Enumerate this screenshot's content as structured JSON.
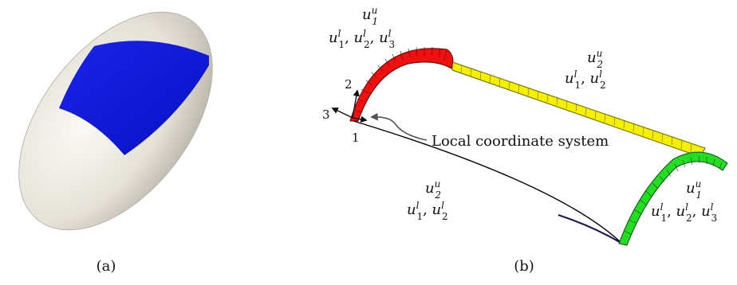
{
  "figure": {
    "panel_a": {
      "caption": "(a)"
    },
    "panel_b": {
      "caption": "(b)",
      "axis_labels": {
        "one": "1",
        "two": "2",
        "three": "3"
      },
      "callout": {
        "text": "Local coordinate system"
      },
      "labels": {
        "red_top": {
          "u": "u",
          "u_sup": "u",
          "u_sub": "1",
          "l": "u",
          "l_sup": "l",
          "sep": ", "
        },
        "yellow": {
          "u": "u",
          "u_sup": "u",
          "u_sub": "2"
        },
        "bottom": {
          "u": "u",
          "u_sup": "u",
          "u_sub": "2"
        },
        "green": {
          "u": "u",
          "u_sup": "u",
          "u_sub": "1"
        }
      }
    }
  },
  "colors": {
    "ellipsoid_body": "#e6e2d8",
    "ellipsoid_patch": "#0a13d9",
    "red_segment": "#f01010",
    "yellow_segment": "#f4f000",
    "green_segment": "#22dd22",
    "lower_curve": "#000000"
  }
}
